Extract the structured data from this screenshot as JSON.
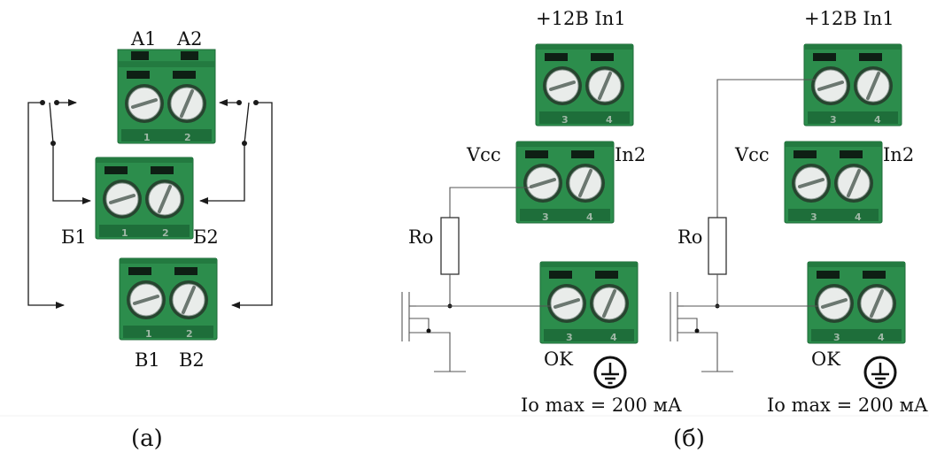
{
  "panel_a": {
    "caption": "(a)",
    "labels": {
      "a1": "A1",
      "a2": "A2",
      "b1": "Б1",
      "b2": "Б2",
      "v1": "B1",
      "v2": "B2"
    },
    "block_numbers": [
      "1",
      "2"
    ]
  },
  "panel_b": {
    "caption": "(б)",
    "circuits": [
      {
        "top_label": "+12B In1",
        "vcc": "Vcc",
        "in2": "In2",
        "ro": "Ro",
        "ok": "OK",
        "imax": "Io max = 200 мА"
      },
      {
        "top_label": "+12B In1",
        "vcc": "Vcc",
        "in2": "In2",
        "ro": "Ro",
        "ok": "OK",
        "imax": "Io max = 200 мА"
      }
    ],
    "block_numbers": [
      "3",
      "4"
    ]
  },
  "colors": {
    "terminal_green": "#2c8d4c",
    "wire": "#1a1a1a"
  },
  "icons": [
    "ground-icon",
    "terminal-block",
    "screw-terminal",
    "resistor",
    "mosfet"
  ]
}
